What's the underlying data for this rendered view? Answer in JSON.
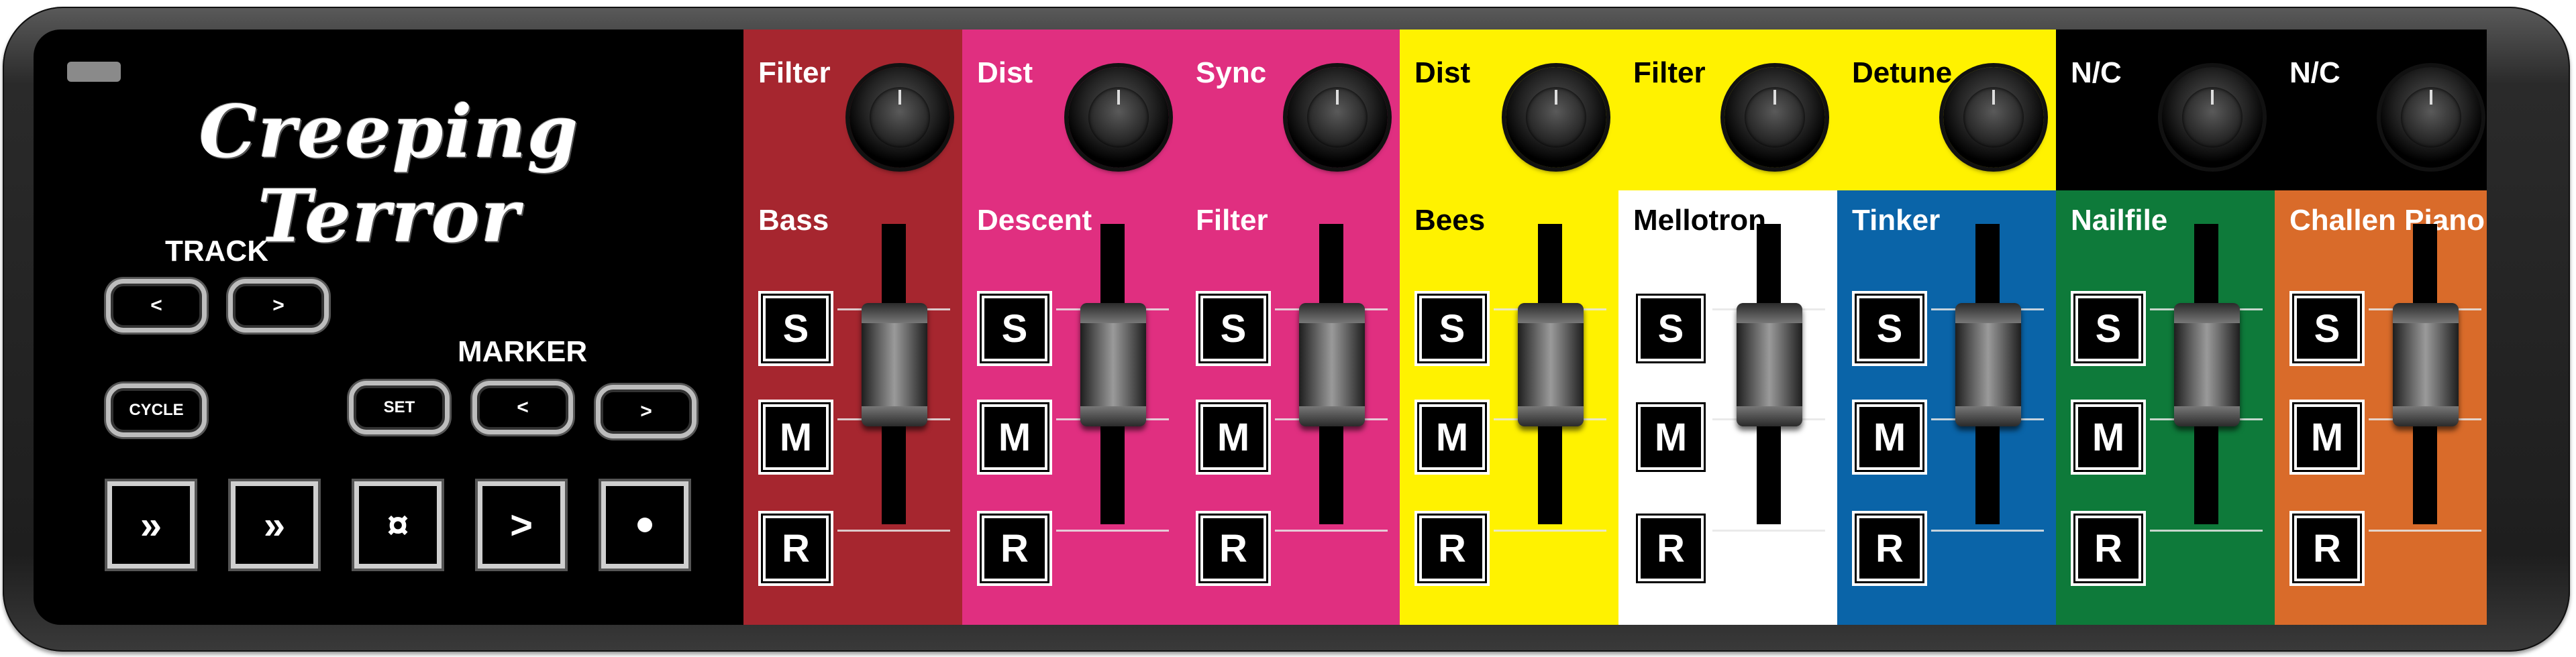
{
  "title": "Creeping Terror",
  "transport": {
    "track_label": "TRACK",
    "track_prev": "<",
    "track_next": ">",
    "marker_label": "MARKER",
    "cycle": "CYCLE",
    "set": "SET",
    "marker_prev": "<",
    "marker_next": ">",
    "rewind": "»",
    "forward": "»",
    "stop": "¤",
    "play": ">"
  },
  "smr": {
    "solo": "S",
    "mute": "M",
    "record": "R"
  },
  "strips": [
    {
      "knob": "Filter",
      "channel": "Bass",
      "top_color": "#a6262f",
      "bottom_color": "#a6262f",
      "knob_text": "#ffffff",
      "channel_text": "#ffffff"
    },
    {
      "knob": "Dist",
      "channel": "Descent",
      "top_color": "#e02f80",
      "bottom_color": "#e02f80",
      "knob_text": "#ffffff",
      "channel_text": "#ffffff"
    },
    {
      "knob": "Sync",
      "channel": "Filter",
      "top_color": "#e02f80",
      "bottom_color": "#e02f80",
      "knob_text": "#ffffff",
      "channel_text": "#ffffff"
    },
    {
      "knob": "Dist",
      "channel": "Bees",
      "top_color": "#fff200",
      "bottom_color": "#fff200",
      "knob_text": "#000000",
      "channel_text": "#000000"
    },
    {
      "knob": "Filter",
      "channel": "Mellotron",
      "top_color": "#fff200",
      "bottom_color": "#ffffff",
      "knob_text": "#000000",
      "channel_text": "#000000"
    },
    {
      "knob": "Detune",
      "channel": "Tinker",
      "top_color": "#fff200",
      "bottom_color": "#0a64a8",
      "knob_text": "#000000",
      "channel_text": "#ffffff"
    },
    {
      "knob": "N/C",
      "channel": "Nailfile",
      "top_color": "#000000",
      "bottom_color": "#0e7a3a",
      "knob_text": "#ffffff",
      "channel_text": "#ffffff"
    },
    {
      "knob": "N/C",
      "channel": "Challen Piano",
      "top_color": "#000000",
      "bottom_color": "#d96b2a",
      "knob_text": "#ffffff",
      "channel_text": "#ffffff"
    }
  ]
}
